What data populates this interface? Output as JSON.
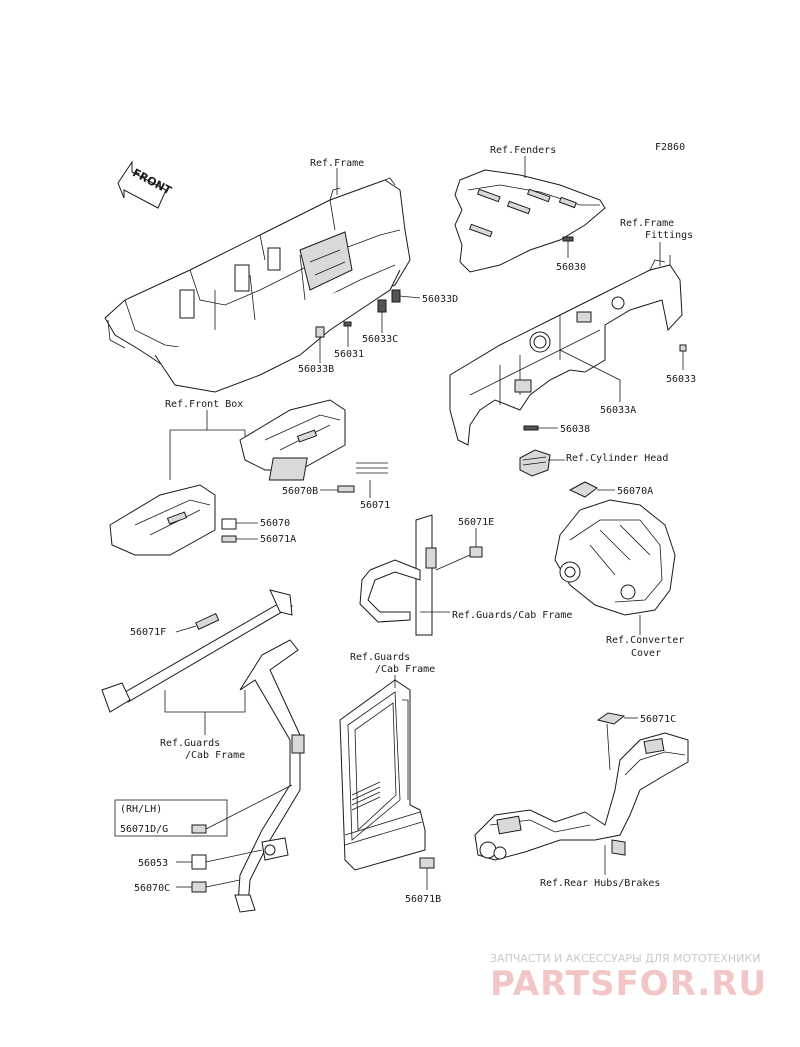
{
  "diagram_code": "F2860",
  "front_label": "FRONT",
  "labels": {
    "ref_frame": "Ref.Frame",
    "ref_fenders": "Ref.Fenders",
    "ref_frame_fittings_1": "Ref.Frame",
    "ref_frame_fittings_2": "Fittings",
    "ref_front_box": "Ref.Front Box",
    "ref_cylinder_head": "Ref.Cylinder Head",
    "ref_guards_cab_1": "Ref.Guards/Cab Frame",
    "ref_converter_1": "Ref.Converter",
    "ref_converter_2": "Cover",
    "ref_guards_cab_2a": "Ref.Guards",
    "ref_guards_cab_2b": "/Cab Frame",
    "ref_guards_cab_3a": "Ref.Guards",
    "ref_guards_cab_3b": "/Cab Frame",
    "ref_rear_hubs": "Ref.Rear Hubs/Brakes",
    "rh_lh": "(RH/LH)"
  },
  "parts": {
    "p56030": "56030",
    "p56033d": "56033D",
    "p56033c": "56033C",
    "p56031": "56031",
    "p56033b": "56033B",
    "p56033": "56033",
    "p56033a": "56033A",
    "p56038": "56038",
    "p56070b": "56070B",
    "p56071": "56071",
    "p56070a": "56070A",
    "p56070": "56070",
    "p56071a": "56071A",
    "p56071e": "56071E",
    "p56071f": "56071F",
    "p56071c": "56071C",
    "p56071dg": "56071D/G",
    "p56053": "56053",
    "p56070c": "56070C",
    "p56071b": "56071B"
  },
  "watermark": {
    "line1": "ЗАПЧАСТИ И АКСЕССУАРЫ ДЛЯ МОТОТЕХНИКИ",
    "line2": "PARTSFOR.RU"
  }
}
